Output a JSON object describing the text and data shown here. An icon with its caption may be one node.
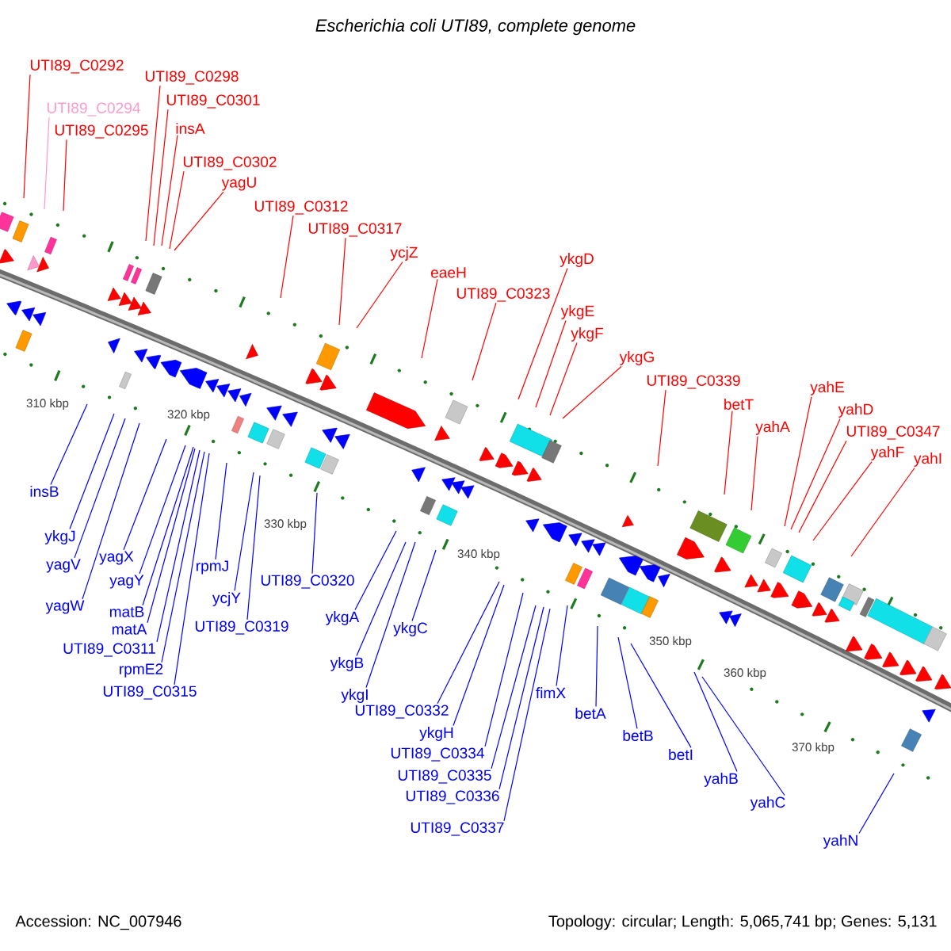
{
  "diagram": {
    "title": "Escherichia coli UTI89, complete genome",
    "nodes": [
      {
        "text": [
          "UTI89_C0292"
        ]
      },
      {
        "text": [
          "UTI89_C0294"
        ]
      },
      {
        "text": [
          "UTI89_C0295"
        ]
      },
      {
        "text": [
          "UTI89_C0298"
        ]
      },
      {
        "text": [
          "UTI89_C0301"
        ]
      },
      {
        "text": [
          "insA"
        ]
      },
      {
        "text": [
          "UTI89_C0302"
        ]
      },
      {
        "text": [
          "yagU"
        ]
      },
      {
        "text": [
          "UTI89_C0312"
        ]
      },
      {
        "text": [
          "UTI89_C0317"
        ]
      },
      {
        "text": [
          "ycjZ"
        ]
      },
      {
        "text": [
          "eaeH"
        ]
      },
      {
        "text": [
          "UTI89_C0323"
        ]
      },
      {
        "text": [
          "ykgD"
        ]
      },
      {
        "text": [
          "ykgE"
        ]
      },
      {
        "text": [
          "ykgF"
        ]
      },
      {
        "text": [
          "ykgG"
        ]
      },
      {
        "text": [
          "UTI89_C0339"
        ]
      },
      {
        "text": [
          "betT"
        ]
      },
      {
        "text": [
          "yahA"
        ]
      },
      {
        "text": [
          "yahE"
        ]
      },
      {
        "text": [
          "yahD"
        ]
      },
      {
        "text": [
          "UTI89_C0347"
        ]
      },
      {
        "text": [
          "yahF"
        ]
      },
      {
        "text": [
          "yahI"
        ]
      },
      {
        "text": [
          "insB"
        ]
      },
      {
        "text": [
          "ykgJ"
        ]
      },
      {
        "text": [
          "yagV"
        ]
      },
      {
        "text": [
          "yagW"
        ]
      },
      {
        "text": [
          "yagX"
        ]
      },
      {
        "text": [
          "yagY"
        ]
      },
      {
        "text": [
          "rpmJ"
        ]
      },
      {
        "text": [
          "matB"
        ]
      },
      {
        "text": [
          "matA"
        ]
      },
      {
        "text": [
          "UTI89_C0311"
        ]
      },
      {
        "text": [
          "rpmE2"
        ]
      },
      {
        "text": [
          "UTI89_C0315"
        ]
      },
      {
        "text": [
          "ycjY"
        ]
      },
      {
        "text": [
          "UTI89_C0319"
        ]
      },
      {
        "text": [
          "UTI89_C0320"
        ]
      },
      {
        "text": [
          "ykgA"
        ]
      },
      {
        "text": [
          "ykgB"
        ]
      },
      {
        "text": [
          "ykgC"
        ]
      },
      {
        "text": [
          "ykgI"
        ]
      },
      {
        "text": [
          "UTI89_C0332"
        ]
      },
      {
        "text": [
          "ykgH"
        ]
      },
      {
        "text": [
          "UTI89_C0334"
        ]
      },
      {
        "text": [
          "UTI89_C0335"
        ]
      },
      {
        "text": [
          "UTI89_C0336"
        ]
      },
      {
        "text": [
          "UTI89_C0337"
        ]
      },
      {
        "text": [
          "fimX"
        ]
      },
      {
        "text": [
          "betA"
        ]
      },
      {
        "text": [
          "betB"
        ]
      },
      {
        "text": [
          "betI"
        ]
      },
      {
        "text": [
          "yahB"
        ]
      },
      {
        "text": [
          "yahC"
        ]
      },
      {
        "text": [
          "yahN"
        ]
      }
    ],
    "edges": [
      {
        "from": 0,
        "to": null,
        "arrow": "none",
        "color": "#ff0000"
      },
      {
        "from": 1,
        "to": null,
        "arrow": "none",
        "color": "#ff99cc"
      },
      {
        "from": 2,
        "to": null,
        "arrow": "none",
        "color": "#ff0000"
      },
      {
        "from": 3,
        "to": null,
        "arrow": "none",
        "color": "#ff0000"
      },
      {
        "from": 4,
        "to": null,
        "arrow": "none",
        "color": "#ff0000"
      },
      {
        "from": 5,
        "to": null,
        "arrow": "none",
        "color": "#ff0000"
      },
      {
        "from": 6,
        "to": null,
        "arrow": "none",
        "color": "#ff0000"
      },
      {
        "from": 7,
        "to": null,
        "arrow": "none",
        "color": "#ff0000"
      },
      {
        "from": 8,
        "to": null,
        "arrow": "none",
        "color": "#ff0000"
      },
      {
        "from": 9,
        "to": null,
        "arrow": "none",
        "color": "#ff0000"
      },
      {
        "from": 10,
        "to": null,
        "arrow": "none",
        "color": "#ff0000"
      },
      {
        "from": 11,
        "to": null,
        "arrow": "none",
        "color": "#ff0000"
      },
      {
        "from": 12,
        "to": null,
        "arrow": "none",
        "color": "#ff0000"
      },
      {
        "from": 13,
        "to": null,
        "arrow": "none",
        "color": "#ff0000"
      },
      {
        "from": 14,
        "to": null,
        "arrow": "none",
        "color": "#ff0000"
      },
      {
        "from": 15,
        "to": null,
        "arrow": "none",
        "color": "#ff0000"
      },
      {
        "from": 16,
        "to": null,
        "arrow": "none",
        "color": "#ff0000"
      },
      {
        "from": 17,
        "to": null,
        "arrow": "none",
        "color": "#ff0000"
      },
      {
        "from": 18,
        "to": null,
        "arrow": "none",
        "color": "#ff0000"
      },
      {
        "from": 19,
        "to": null,
        "arrow": "none",
        "color": "#ff0000"
      },
      {
        "from": 20,
        "to": null,
        "arrow": "none",
        "color": "#ff0000"
      },
      {
        "from": 21,
        "to": null,
        "arrow": "none",
        "color": "#ff0000"
      },
      {
        "from": 22,
        "to": null,
        "arrow": "none",
        "color": "#ff0000"
      },
      {
        "from": 23,
        "to": null,
        "arrow": "none",
        "color": "#ff0000"
      },
      {
        "from": 24,
        "to": null,
        "arrow": "none",
        "color": "#ff0000"
      },
      {
        "from": 25,
        "to": null,
        "arrow": "none"
      },
      {
        "from": 26,
        "to": null,
        "arrow": "none"
      },
      {
        "from": 27,
        "to": null,
        "arrow": "none"
      },
      {
        "from": 28,
        "to": null,
        "arrow": "none"
      },
      {
        "from": 29,
        "to": null,
        "arrow": "none"
      },
      {
        "from": 30,
        "to": null,
        "arrow": "none"
      },
      {
        "from": 31,
        "to": null,
        "arrow": "none"
      },
      {
        "from": 32,
        "to": null,
        "arrow": "none"
      },
      {
        "from": 33,
        "to": null,
        "arrow": "none"
      },
      {
        "from": 34,
        "to": null,
        "arrow": "none"
      },
      {
        "from": 35,
        "to": null,
        "arrow": "none"
      },
      {
        "from": 36,
        "to": null,
        "arrow": "none"
      },
      {
        "from": 37,
        "to": null,
        "arrow": "none"
      },
      {
        "from": 38,
        "to": null,
        "arrow": "none"
      },
      {
        "from": 39,
        "to": null,
        "arrow": "none"
      },
      {
        "from": 40,
        "to": null,
        "arrow": "none"
      },
      {
        "from": 41,
        "to": null,
        "arrow": "none"
      },
      {
        "from": 42,
        "to": null,
        "arrow": "none"
      },
      {
        "from": 43,
        "to": null,
        "arrow": "none"
      },
      {
        "from": 44,
        "to": null,
        "arrow": "none"
      },
      {
        "from": 45,
        "to": null,
        "arrow": "none"
      },
      {
        "from": 46,
        "to": null,
        "arrow": "none"
      },
      {
        "from": 47,
        "to": null,
        "arrow": "none"
      },
      {
        "from": 48,
        "to": null,
        "arrow": "none"
      },
      {
        "from": 49,
        "to": null,
        "arrow": "none"
      },
      {
        "from": 50,
        "to": null,
        "arrow": "none"
      },
      {
        "from": 51,
        "to": null,
        "arrow": "none"
      },
      {
        "from": 52,
        "to": null,
        "arrow": "none"
      },
      {
        "from": 53,
        "to": null,
        "arrow": "none"
      },
      {
        "from": 54,
        "to": null,
        "arrow": "none"
      },
      {
        "from": 55,
        "to": null,
        "arrow": "none"
      },
      {
        "from": 56,
        "to": null,
        "arrow": "none"
      }
    ],
    "labels": [
      "310 kbp",
      "320 kbp",
      "330 kbp",
      "340 kbp",
      "350 kbp",
      "360 kbp",
      "370 kbp",
      "Accession: NC_007946",
      "Topology: circular; Length: 5,065,741 bp; Genes: 5,131"
    ]
  }
}
